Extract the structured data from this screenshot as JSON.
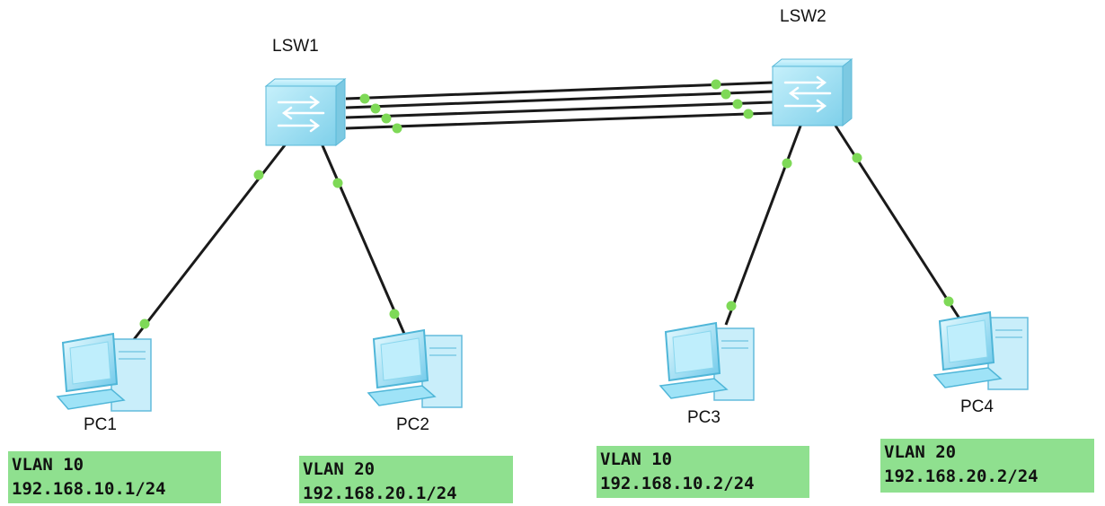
{
  "devices": {
    "lsw1": {
      "label": "LSW1"
    },
    "lsw2": {
      "label": "LSW2"
    },
    "pc1": {
      "label": "PC1"
    },
    "pc2": {
      "label": "PC2"
    },
    "pc3": {
      "label": "PC3"
    },
    "pc4": {
      "label": "PC4"
    }
  },
  "notes": {
    "pc1": {
      "vlan": "VLAN 10",
      "ip": "192.168.10.1/24"
    },
    "pc2": {
      "vlan": "VLAN 20",
      "ip": "192.168.20.1/24"
    },
    "pc3": {
      "vlan": "VLAN 10",
      "ip": "192.168.10.2/24"
    },
    "pc4": {
      "vlan": "VLAN 20",
      "ip": "192.168.20.2/24"
    }
  },
  "colors": {
    "link": "#1a1a1a",
    "port_dot": "#7ed957",
    "note_bg": "#8fe08f",
    "device_body": "#9fe3f7",
    "device_edge": "#4fb6d8"
  },
  "icons": {
    "switch": "switch-icon",
    "pc": "pc-icon"
  }
}
